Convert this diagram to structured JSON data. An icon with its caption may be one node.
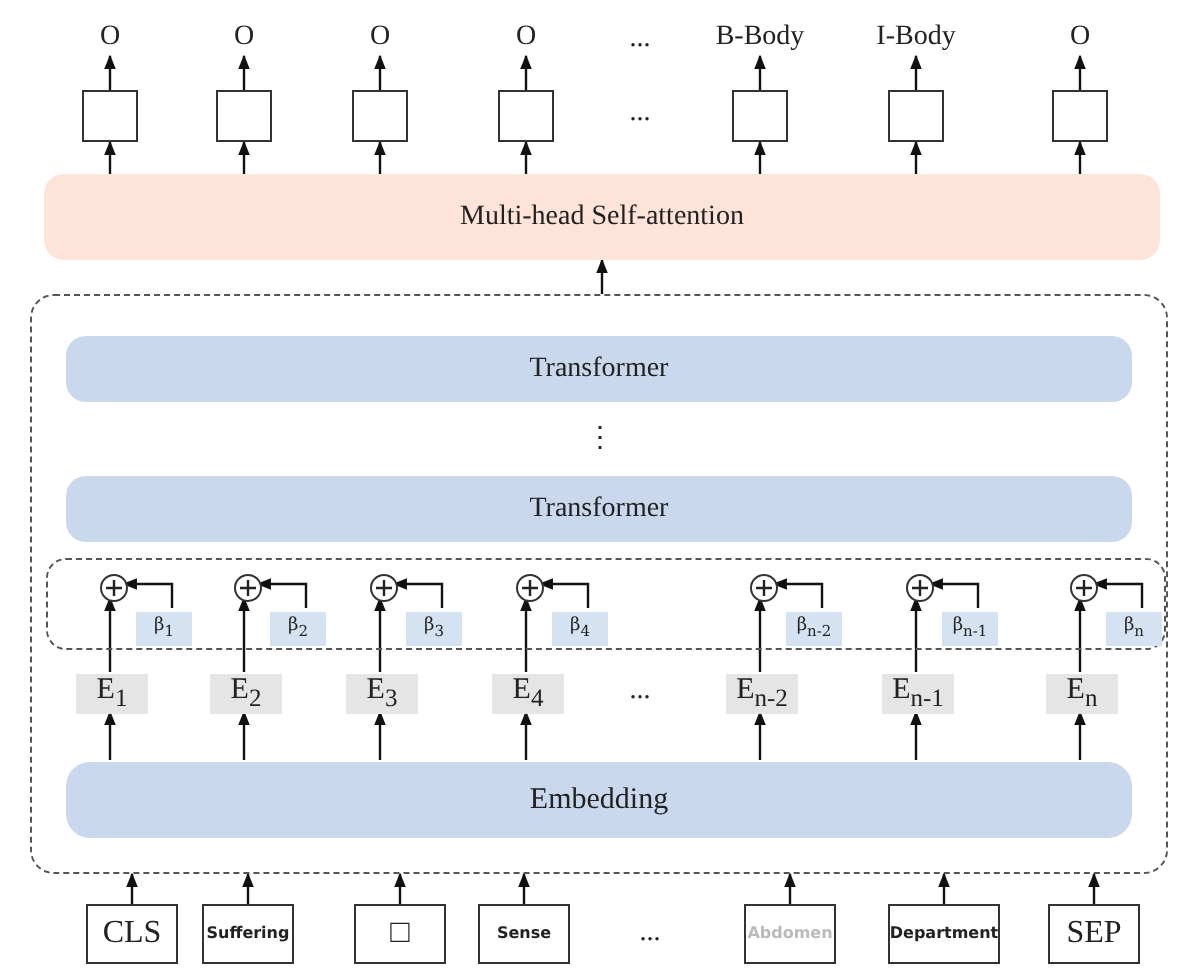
{
  "diagram": {
    "nodes": [
      {
        "text": [
          "O"
        ]
      },
      {
        "text": [
          "O"
        ]
      },
      {
        "text": [
          "O"
        ]
      },
      {
        "text": [
          "O"
        ]
      },
      {
        "text": [
          "B-Body"
        ]
      },
      {
        "text": [
          "I-Body"
        ]
      },
      {
        "text": [
          "O"
        ]
      },
      {
        "text": [],
        "shape": "box"
      },
      {
        "text": [],
        "shape": "box"
      },
      {
        "text": [],
        "shape": "box"
      },
      {
        "text": [],
        "shape": "box"
      },
      {
        "text": [],
        "shape": "box"
      },
      {
        "text": [],
        "shape": "box"
      },
      {
        "text": [],
        "shape": "box"
      },
      {
        "text": [
          "Multi-head Self-attention"
        ]
      },
      {
        "text": [],
        "shape": "box"
      },
      {
        "text": [
          "Transformer"
        ],
        "in": 15
      },
      {
        "text": [
          "Transformer"
        ],
        "in": 15
      },
      {
        "text": [],
        "shape": "box",
        "in": 15
      },
      {
        "text": [],
        "shape": "circle",
        "in": 18
      },
      {
        "text": [],
        "shape": "circle",
        "in": 18
      },
      {
        "text": [],
        "shape": "circle",
        "in": 18
      },
      {
        "text": [],
        "shape": "circle",
        "in": 18
      },
      {
        "text": [],
        "shape": "circle",
        "in": 18
      },
      {
        "text": [],
        "shape": "circle",
        "in": 18
      },
      {
        "text": [],
        "shape": "circle",
        "in": 18
      },
      {
        "text": [
          "β$_{1}$"
        ],
        "in": 18
      },
      {
        "text": [
          "β$_{2}$"
        ],
        "in": 18
      },
      {
        "text": [
          "β$_{3}$"
        ],
        "in": 18
      },
      {
        "text": [
          "β$_{4}$"
        ],
        "in": 18
      },
      {
        "text": [
          "β$_{n-2}$"
        ],
        "in": 18
      },
      {
        "text": [
          "β$_{n-1}$"
        ],
        "in": 18
      },
      {
        "text": [
          "β$_{n}$"
        ],
        "in": 18
      },
      {
        "text": [
          "E$_{1}$"
        ],
        "in": 15
      },
      {
        "text": [
          "E$_{2}$"
        ],
        "in": 15
      },
      {
        "text": [
          "E$_{3}$"
        ],
        "in": 15
      },
      {
        "text": [
          "E$_{4}$"
        ],
        "in": 15
      },
      {
        "text": [
          "E$_{n-2}$"
        ],
        "in": 15
      },
      {
        "text": [
          "E$_{n-1}$"
        ],
        "in": 15
      },
      {
        "text": [
          "E$_{n}$"
        ],
        "in": 15
      },
      {
        "text": [
          "Embedding"
        ],
        "in": 15
      },
      {
        "text": [
          "CLS"
        ]
      },
      {
        "text": [
          "Suffering"
        ]
      },
      {
        "text": [
          "□"
        ]
      },
      {
        "text": [
          "Sense"
        ]
      },
      {
        "text": [
          "Abdomen"
        ]
      },
      {
        "text": [
          "Department"
        ]
      },
      {
        "text": [
          "SEP"
        ]
      }
    ],
    "edges": [
      {
        "from": 14,
        "to": 7,
        "arrow": "to"
      },
      {
        "from": 14,
        "to": 8,
        "arrow": "to"
      },
      {
        "from": 14,
        "to": 9,
        "arrow": "to"
      },
      {
        "from": 14,
        "to": 10,
        "arrow": "to"
      },
      {
        "from": 14,
        "to": 11,
        "arrow": "to"
      },
      {
        "from": 14,
        "to": 12,
        "arrow": "to"
      },
      {
        "from": 14,
        "to": 13,
        "arrow": "to"
      },
      {
        "from": 7,
        "to": 0,
        "arrow": "to"
      },
      {
        "from": 8,
        "to": 1,
        "arrow": "to"
      },
      {
        "from": 9,
        "to": 2,
        "arrow": "to"
      },
      {
        "from": 10,
        "to": 3,
        "arrow": "to"
      },
      {
        "from": 11,
        "to": 4,
        "arrow": "to"
      },
      {
        "from": 12,
        "to": 5,
        "arrow": "to"
      },
      {
        "from": 13,
        "to": 6,
        "arrow": "to"
      },
      {
        "from": 15,
        "to": 14,
        "arrow": "to"
      },
      {
        "from": 26,
        "to": 19,
        "arrow": "to"
      },
      {
        "from": 27,
        "to": 20,
        "arrow": "to"
      },
      {
        "from": 28,
        "to": 21,
        "arrow": "to"
      },
      {
        "from": 29,
        "to": 22,
        "arrow": "to"
      },
      {
        "from": 30,
        "to": 23,
        "arrow": "to"
      },
      {
        "from": 31,
        "to": 24,
        "arrow": "to"
      },
      {
        "from": 32,
        "to": 25,
        "arrow": "to"
      },
      {
        "from": 33,
        "to": 19,
        "arrow": "to"
      },
      {
        "from": 34,
        "to": 20,
        "arrow": "to"
      },
      {
        "from": 35,
        "to": 21,
        "arrow": "to"
      },
      {
        "from": 36,
        "to": 22,
        "arrow": "to"
      },
      {
        "from": 37,
        "to": 23,
        "arrow": "to"
      },
      {
        "from": 38,
        "to": 24,
        "arrow": "to"
      },
      {
        "from": 39,
        "to": 25,
        "arrow": "to"
      },
      {
        "from": 40,
        "to": 33,
        "arrow": "to"
      },
      {
        "from": 40,
        "to": 34,
        "arrow": "to"
      },
      {
        "from": 40,
        "to": 35,
        "arrow": "to"
      },
      {
        "from": 40,
        "to": 36,
        "arrow": "to"
      },
      {
        "from": 40,
        "to": 37,
        "arrow": "to"
      },
      {
        "from": 40,
        "to": 38,
        "arrow": "to"
      },
      {
        "from": 40,
        "to": 39,
        "arrow": "to"
      },
      {
        "from": 41,
        "to": 15,
        "arrow": "to"
      },
      {
        "from": 42,
        "to": 15,
        "arrow": "to"
      },
      {
        "from": 43,
        "to": 15,
        "arrow": "to"
      },
      {
        "from": 44,
        "to": 15,
        "arrow": "to"
      },
      {
        "from": 45,
        "to": 15,
        "arrow": "to"
      },
      {
        "from": 46,
        "to": 15,
        "arrow": "to"
      },
      {
        "from": 47,
        "to": 15,
        "arrow": "to"
      }
    ],
    "labels": [
      "...",
      "...",
      "⋮",
      "...",
      "..."
    ]
  }
}
